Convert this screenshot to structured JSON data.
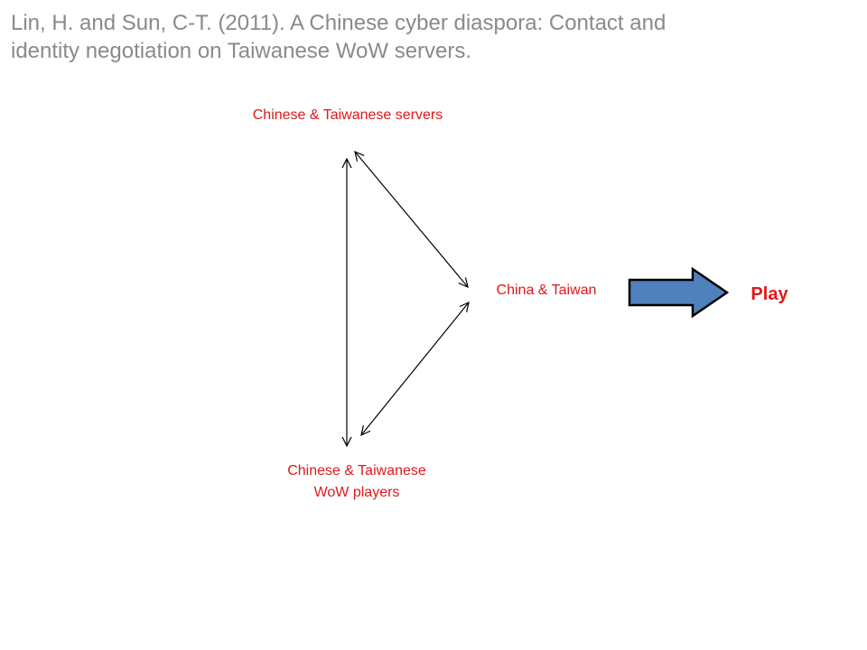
{
  "title": {
    "line1": "Lin, H. and Sun, C-T. (2011). A Chinese cyber diaspora: Contact and",
    "line2": "identity negotiation on Taiwanese WoW servers."
  },
  "nodes": {
    "servers": "Chinese & Taiwanese servers",
    "players_line1": "Chinese & Taiwanese",
    "players_line2": "WoW players",
    "countries": "China & Taiwan"
  },
  "outcome": {
    "label": "Play"
  },
  "colors": {
    "title": "#8a8a8a",
    "label": "#e01818",
    "arrow_fill": "#4f81bd",
    "connector": "#000000"
  }
}
